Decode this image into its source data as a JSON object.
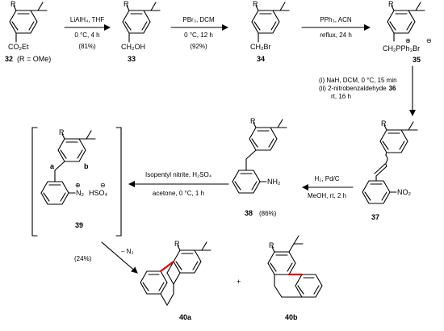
{
  "compounds": {
    "c32": {
      "label": "32",
      "note": "(R = OMe)",
      "subst_top": "R",
      "subst_bottom": "CO₂Et"
    },
    "c33": {
      "label": "33",
      "subst_top": "R",
      "subst_bottom": "CH₂OH"
    },
    "c34": {
      "label": "34",
      "subst_top": "R",
      "subst_bottom": "CH₂Br"
    },
    "c35": {
      "label": "35",
      "subst_top": "R",
      "subst_bottom": "CH₂PPh₃Br",
      "charge_plus": "⊕",
      "charge_minus": "⊖"
    },
    "c36": {
      "label": "36"
    },
    "c37": {
      "label": "37",
      "subst_top": "R",
      "subst_no2": "NO₂"
    },
    "c38": {
      "label": "38",
      "yield": "(86%)",
      "subst_top": "R",
      "subst_nh2": "NH₂"
    },
    "c39": {
      "label": "39",
      "subst_top": "R",
      "site_a": "a",
      "site_b": "b",
      "subst_n2": "N₂",
      "subst_hso4": "HSO₄",
      "charge_plus": "⊕",
      "charge_minus": "⊖"
    },
    "c40a": {
      "label": "40a",
      "subst_top": "R"
    },
    "c40b": {
      "label": "40b",
      "subst_top": "R"
    }
  },
  "steps": {
    "s1": {
      "line1": "LiAlH₄, THF",
      "line2": "0 °C, 4 h",
      "line3": "(81%)"
    },
    "s2": {
      "line1": "PBr₃, DCM",
      "line2": "0 °C, 12 h",
      "line3": "(92%)"
    },
    "s3": {
      "line1": "PPh₃, ACN",
      "line2": "reflux, 24 h"
    },
    "s4": {
      "line1": "(i) NaH, DCM, 0 °C, 15 min",
      "line2": "(ii) 2-nitrobenzaldehyde",
      "line2_bold": "36",
      "line3": "rt, 16 h"
    },
    "s5": {
      "line1": "H₂, Pd/C",
      "line2": "MeOH, rt, 2 h"
    },
    "s6": {
      "line1": "Isopentyl nitrite, H₂SO₄",
      "line2": "acetone, 0 °C, 1 h"
    },
    "s7": {
      "line1": "– N₂",
      "yield": "(24%)"
    }
  },
  "plus_sign": "+"
}
